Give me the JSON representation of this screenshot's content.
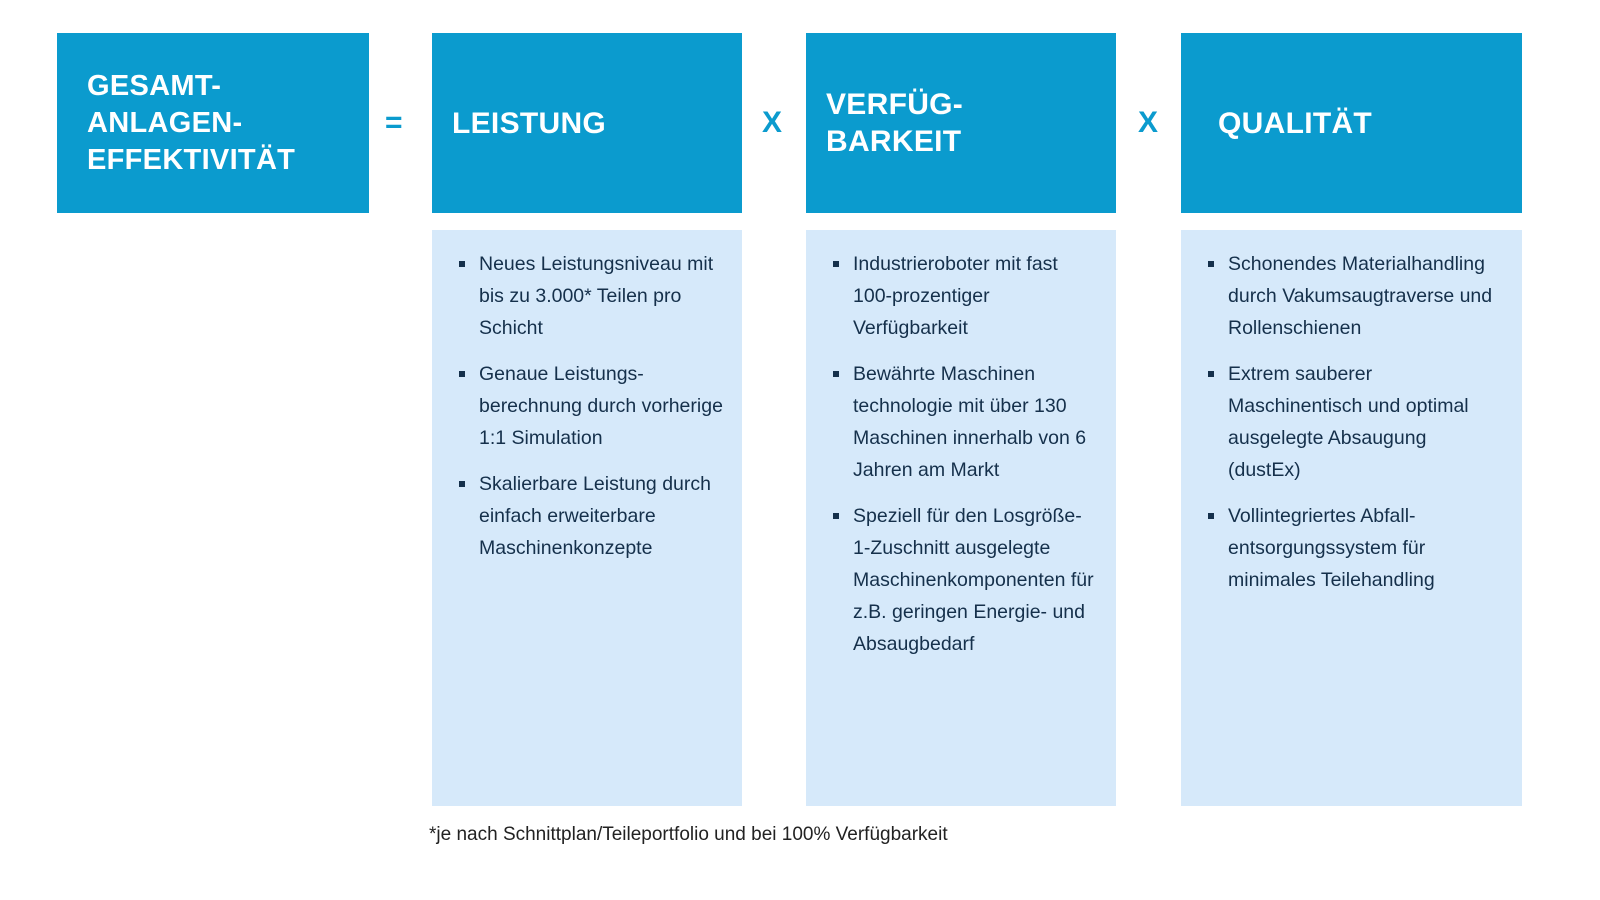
{
  "colors": {
    "brand_blue": "#0B9BCE",
    "body_blue": "#D6E9FA",
    "text_navy": "#15304B",
    "footnote_text": "#222222"
  },
  "formula": {
    "total": {
      "title": "GESAMT-\nANLAGEN-\nEFFEKTIVITÄT"
    },
    "operators": {
      "equals": "=",
      "times_1": "X",
      "times_2": "X"
    },
    "columns": [
      {
        "title": "LEISTUNG",
        "bullets": [
          "Neues Leistungsniveau mit bis zu 3.000* Teilen pro Schicht",
          "Genaue Leistungs­berechnung durch vor­herige 1:1 Simulation",
          "Skalierbare Leistung durch einfach erweiter­bare Maschinen­konzepte"
        ]
      },
      {
        "title": "VERFÜG-\nBARKEIT",
        "bullets": [
          "Industrieroboter mit fast 100-prozentiger Verfügbarkeit",
          "Bewährte Maschinen technologie mit über 130 Maschinen inner­halb von 6 Jahren am Markt",
          "Speziell für den Los­größe-1-Zuschnitt ausgelegte Maschinen­komponenten für z.B. geringen Energie- und Absaugbedarf"
        ]
      },
      {
        "title": "QUALITÄT",
        "bullets": [
          "Schonendes Material­handling durch Vakum­saugtraverse und Rollenschienen",
          "Extrem sauberer Maschinentisch und optimal ausgelegte Absaugung (dustEx)",
          "Vollintegriertes Abfall­entsorgungssystem für minimales Teilehandling"
        ]
      }
    ]
  },
  "footnote": "*je nach Schnittplan/Teileportfolio und bei 100% Verfügbarkeit"
}
